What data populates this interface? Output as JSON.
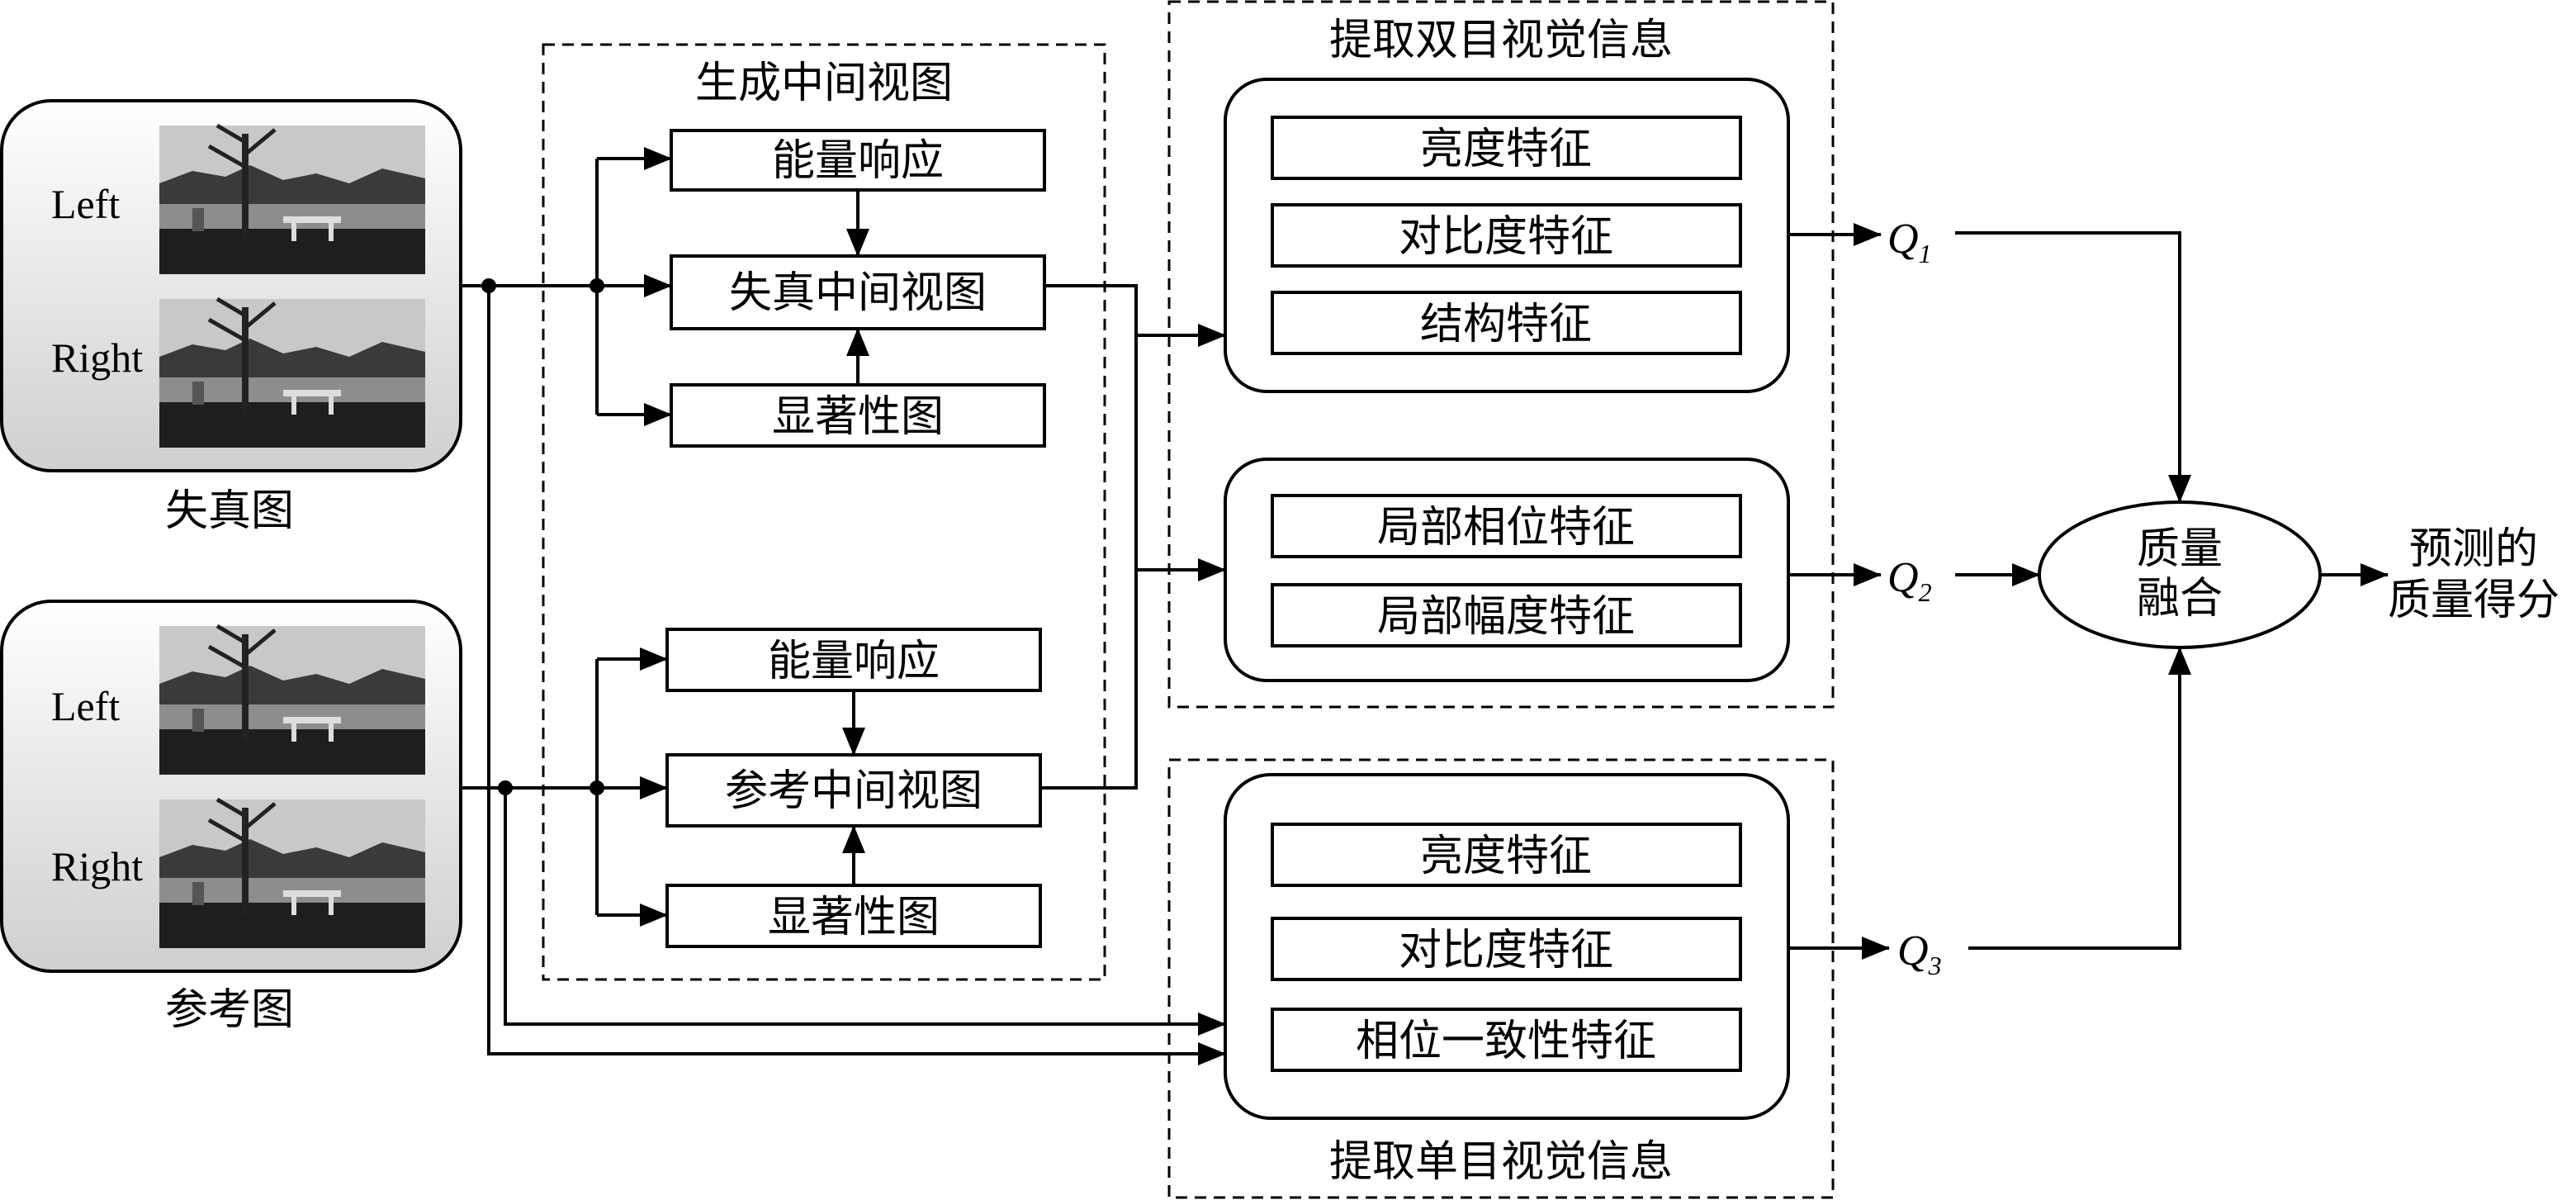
{
  "input_groups": {
    "distorted": {
      "caption": "失真图",
      "left_label": "Left",
      "right_label": "Right"
    },
    "reference": {
      "caption": "参考图",
      "left_label": "Left",
      "right_label": "Right"
    }
  },
  "intermediate": {
    "title": "生成中间视图",
    "distorted": {
      "energy": "能量响应",
      "view": "失真中间视图",
      "saliency": "显著性图"
    },
    "reference": {
      "energy": "能量响应",
      "view": "参考中间视图",
      "saliency": "显著性图"
    }
  },
  "binocular": {
    "title": "提取双目视觉信息",
    "group1": [
      "亮度特征",
      "对比度特征",
      "结构特征"
    ],
    "group2": [
      "局部相位特征",
      "局部幅度特征"
    ]
  },
  "monocular": {
    "title": "提取单目视觉信息",
    "group": [
      "亮度特征",
      "对比度特征",
      "相位一致性特征"
    ]
  },
  "scores": {
    "q1": {
      "letter": "Q",
      "sub": "1"
    },
    "q2": {
      "letter": "Q",
      "sub": "2"
    },
    "q3": {
      "letter": "Q",
      "sub": "3"
    }
  },
  "fusion": {
    "line1": "质量",
    "line2": "融合"
  },
  "output": {
    "line1": "预测的",
    "line2": "质量得分"
  },
  "colors": {
    "stroke": "#000000",
    "background": "#ffffff"
  },
  "thumbnail_description_icon": "grayscale-park-photo"
}
